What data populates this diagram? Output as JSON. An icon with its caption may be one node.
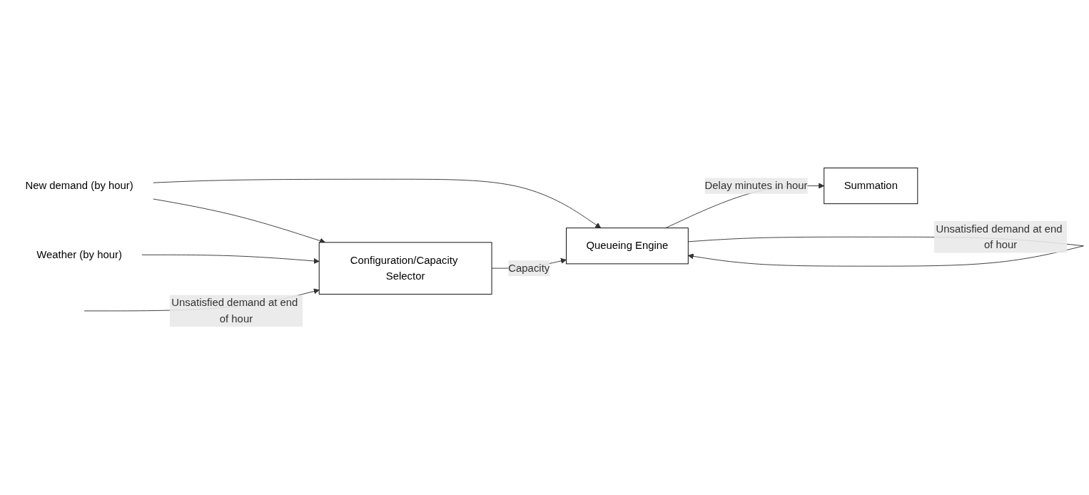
{
  "diagram": {
    "nodes": [
      {
        "text": [
          "New demand (by hour)"
        ]
      },
      {
        "text": [
          "Weather (by hour)"
        ]
      },
      {
        "text": [
          "Configuration/Capacity Selector"
        ]
      },
      {
        "text": [
          "Queueing Engine"
        ]
      },
      {
        "text": [
          "Summation"
        ]
      }
    ],
    "edges": [
      {
        "from": 0,
        "to": 2,
        "arrow": "to"
      },
      {
        "from": 0,
        "to": 3,
        "arrow": "to"
      },
      {
        "from": 1,
        "to": 2,
        "arrow": "to"
      },
      {
        "from": 2,
        "to": 3,
        "label": "Capacity",
        "arrow": "to"
      },
      {
        "from": 3,
        "to": 4,
        "label": "Delay minutes in hour",
        "arrow": "to"
      },
      {
        "from": 3,
        "to": 3,
        "label": "Unsatisfied demand at end of hour",
        "arrow": "to"
      },
      {
        "from": null,
        "to": 2,
        "label": "Unsatisfied demand at end of hour",
        "arrow": "to"
      }
    ]
  }
}
